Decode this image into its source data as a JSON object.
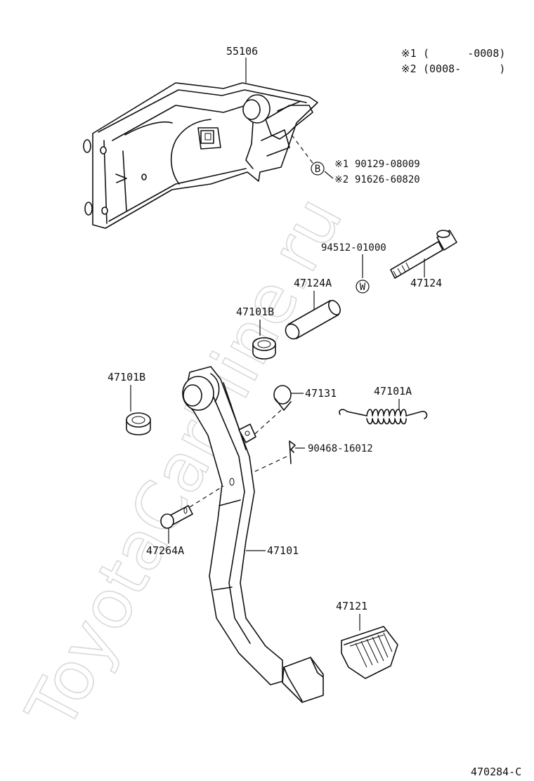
{
  "watermark": "ToyotaCarMine.ru",
  "legend": {
    "line1_mark": "※1",
    "line1_text": "(      -0008)",
    "line2_mark": "※2",
    "line2_text": "(0008-      )"
  },
  "parts": {
    "bracket": "55106",
    "bolt_b_mark": "B",
    "bolt_alt1_mark": "※1",
    "bolt_alt1": "90129-08009",
    "bolt_alt2_mark": "※2",
    "bolt_alt2": "91626-60820",
    "washer_mark": "W",
    "washer": "94512-01000",
    "pivot_bolt": "47124",
    "collar": "47124A",
    "bushing_upper": "47101B",
    "bushing_left": "47101B",
    "stopper": "47131",
    "return_spring": "47101A",
    "clip": "90468-16012",
    "clevis_pin": "47264A",
    "pedal_arm": "47101",
    "pedal_pad": "47121"
  },
  "diagram_code": "470284-C"
}
